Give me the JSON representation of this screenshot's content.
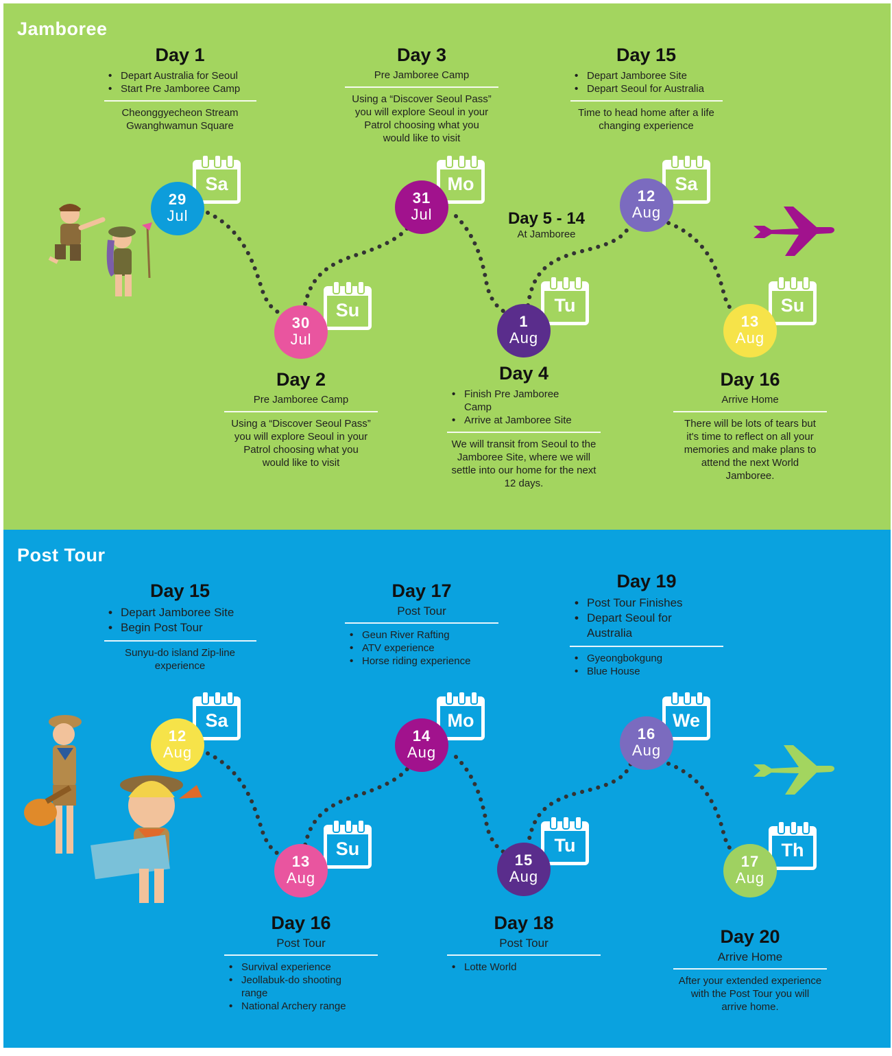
{
  "jamboree": {
    "title": "Jamboree",
    "days": [
      {
        "title": "Day 1",
        "bullets": [
          "Depart Australia for Seoul",
          "Start Pre Jamboree Camp"
        ],
        "desc": "Cheonggyecheon Stream\nGwanghwamun Square"
      },
      {
        "title": "Day 3",
        "subtitle": "Pre Jamboree Camp",
        "desc": "Using a “Discover Seoul Pass” you will explore Seoul in your Patrol choosing what you would like to visit"
      },
      {
        "title": "Day 15",
        "bullets": [
          "Depart Jamboree Site",
          "Depart Seoul for Australia"
        ],
        "desc": "Time to head home after a life changing experience"
      },
      {
        "title": "Day 2",
        "subtitle": "Pre Jamboree Camp",
        "desc": "Using a “Discover Seoul Pass” you will explore Seoul in your Patrol choosing what you would like to visit"
      },
      {
        "title": "Day 4",
        "bullets": [
          "Finish Pre Jamboree Camp",
          "Arrive at Jamboree Site"
        ],
        "desc": "We will transit from Seoul to the Jamboree Site, where we will settle into our home for the next 12 days."
      },
      {
        "title": "Day 16",
        "subtitle": "Arrive Home",
        "desc": "There will be lots of tears but it's time to reflect on all your memories and make plans to attend the next World Jamboree."
      }
    ],
    "middle": {
      "title": "Day 5 - 14",
      "subtitle": "At Jamboree"
    },
    "dates": [
      {
        "num": "29",
        "month": "Jul",
        "weekday": "Sa",
        "color": "#0d9ddb"
      },
      {
        "num": "30",
        "month": "Jul",
        "weekday": "Su",
        "color": "#e9559f"
      },
      {
        "num": "31",
        "month": "Jul",
        "weekday": "Mo",
        "color": "#a1128d"
      },
      {
        "num": "1",
        "month": "Aug",
        "weekday": "Tu",
        "color": "#5a2d8c"
      },
      {
        "num": "12",
        "month": "Aug",
        "weekday": "Sa",
        "color": "#7b6bbf"
      },
      {
        "num": "13",
        "month": "Aug",
        "weekday": "Su",
        "color": "#f6e349"
      }
    ]
  },
  "post_tour": {
    "title": "Post Tour",
    "days": [
      {
        "title": "Day 15",
        "bullets": [
          "Depart Jamboree Site",
          "Begin Post Tour"
        ],
        "desc": "Sunyu-do island Zip-line experience"
      },
      {
        "title": "Day 17",
        "subtitle": "Post Tour",
        "bullets2": [
          "Geun River Rafting",
          "ATV experience",
          "Horse riding experience"
        ]
      },
      {
        "title": "Day 19",
        "bullets": [
          "Post Tour Finishes",
          "Depart Seoul for Australia"
        ],
        "bullets2": [
          "Gyeongbokgung",
          "Blue House"
        ]
      },
      {
        "title": "Day 16",
        "subtitle": "Post Tour",
        "bullets2": [
          "Survival experience",
          "Jeollabuk-do shooting range",
          "National Archery range"
        ]
      },
      {
        "title": "Day 18",
        "subtitle": "Post Tour",
        "bullets2": [
          "Lotte World"
        ]
      },
      {
        "title": "Day 20",
        "subtitle": "Arrive Home",
        "desc": "After your extended experience with the Post Tour you will arrive home."
      }
    ],
    "dates": [
      {
        "num": "12",
        "month": "Aug",
        "weekday": "Sa",
        "color": "#f6e349"
      },
      {
        "num": "13",
        "month": "Aug",
        "weekday": "Su",
        "color": "#e9559f"
      },
      {
        "num": "14",
        "month": "Aug",
        "weekday": "Mo",
        "color": "#a1128d"
      },
      {
        "num": "15",
        "month": "Aug",
        "weekday": "Tu",
        "color": "#5a2d8c"
      },
      {
        "num": "16",
        "month": "Aug",
        "weekday": "We",
        "color": "#7b6bbf"
      },
      {
        "num": "17",
        "month": "Aug",
        "weekday": "Th",
        "color": "#9fd161"
      }
    ]
  },
  "icons": {
    "calendar": "calendar-icon",
    "plane": "airplane-icon",
    "scouts": "scout-children-illustration"
  },
  "colors": {
    "jamboree_bg": "#a3d55f",
    "post_tour_bg": "#0aa2df",
    "plane_jamboree": "#a1128d",
    "plane_post": "#a3d55f"
  }
}
